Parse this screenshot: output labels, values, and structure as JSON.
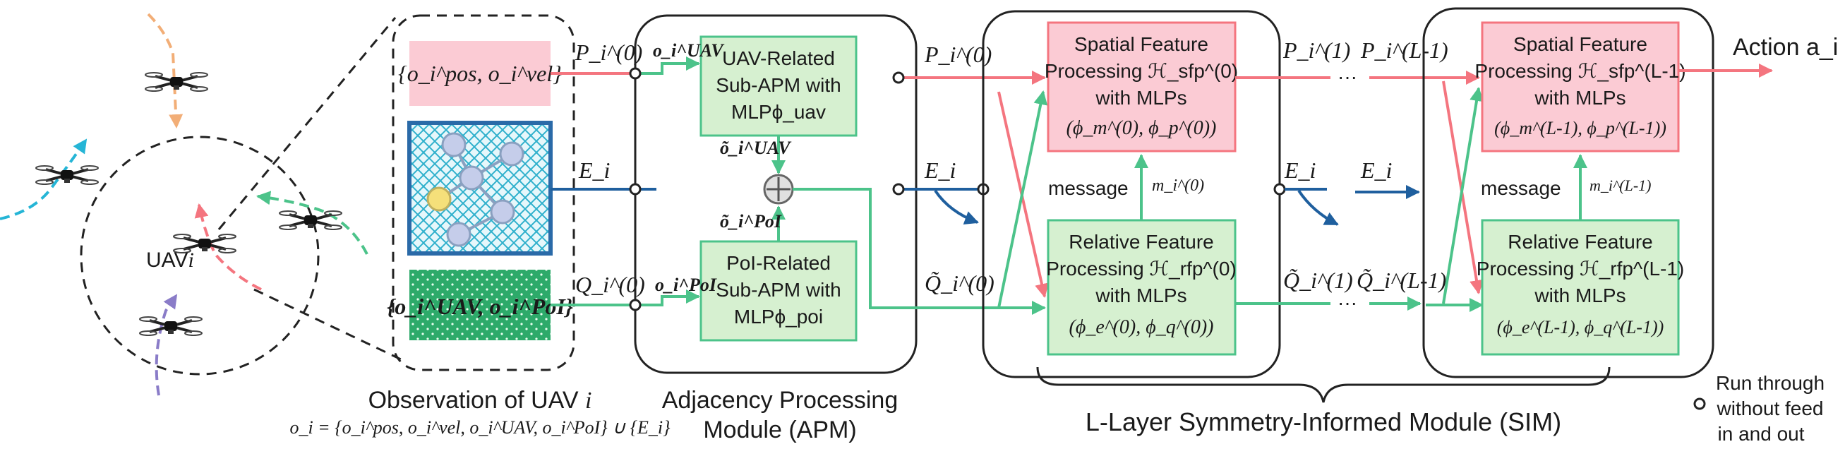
{
  "uav_scene": {
    "label": "UAV",
    "label_i": "i"
  },
  "observation": {
    "pos_vel_text": "{o_i^pos, o_i^vel}",
    "uav_poi_text": "{o_i^UAV, o_i^PoI}",
    "caption": "Observation of UAV",
    "caption_var": "i",
    "formula": "o_i = {o_i^pos, o_i^vel, o_i^UAV, o_i^PoI} ∪ {E_i}"
  },
  "signals": {
    "p0": "P_i^(0)",
    "e": "E_i",
    "q0": "Q_i^(0)",
    "o_uav": "o_i^UAV",
    "o_poi": "o_i^PoI",
    "o_tilde_uav": "õ_i^UAV",
    "o_tilde_poi": "õ_i^PoI",
    "p0_out": "P_i^(0)",
    "e_out": "E_i",
    "q0_out": "Q̃_i^(0)",
    "p1": "P_i^(1)",
    "pL": "P_i^(L-1)",
    "q1": "Q̃_i^(1)",
    "qL": "Q̃_i^(L-1)",
    "ellipsis": "···"
  },
  "apm": {
    "uav_box": [
      "UAV-Related",
      "Sub-APM with",
      "MLPϕ_uav"
    ],
    "poi_box": [
      "PoI-Related",
      "Sub-APM with",
      "MLPϕ_poi"
    ],
    "caption": [
      "Adjacency Processing",
      "Module (APM)"
    ]
  },
  "sim": {
    "layer1": {
      "spatial": [
        "Spatial Feature",
        "Processing ℋ_sfp^(0)",
        "with MLPs",
        "(ϕ_m^(0), ϕ_p^(0))"
      ],
      "relative": [
        "Relative Feature",
        "Processing ℋ_rfp^(0)",
        "with MLPs",
        "(ϕ_e^(0), ϕ_q^(0))"
      ],
      "message": "message",
      "m": "m_i^(0)"
    },
    "layerL": {
      "spatial": [
        "Spatial Feature",
        "Processing ℋ_sfp^(L-1)",
        "with MLPs",
        "(ϕ_m^(L-1), ϕ_p^(L-1))"
      ],
      "relative": [
        "Relative Feature",
        "Processing ℋ_rfp^(L-1)",
        "with MLPs",
        "(ϕ_e^(L-1), ϕ_q^(L-1))"
      ],
      "message": "message",
      "m": "m_i^(L-1)"
    },
    "caption": "L-Layer Symmetry-Informed Module (SIM)"
  },
  "output": {
    "action": "Action a_i"
  },
  "legend": {
    "text": [
      "Run through",
      "without feed",
      "in and out"
    ]
  },
  "colors": {
    "pink": "#f4757f",
    "green": "#4cc38a",
    "blue": "#1f5f9e",
    "pink_fill": "#fbcbd4",
    "green_fill": "#d6f0d0",
    "dots_fill": "#2daa6a"
  }
}
